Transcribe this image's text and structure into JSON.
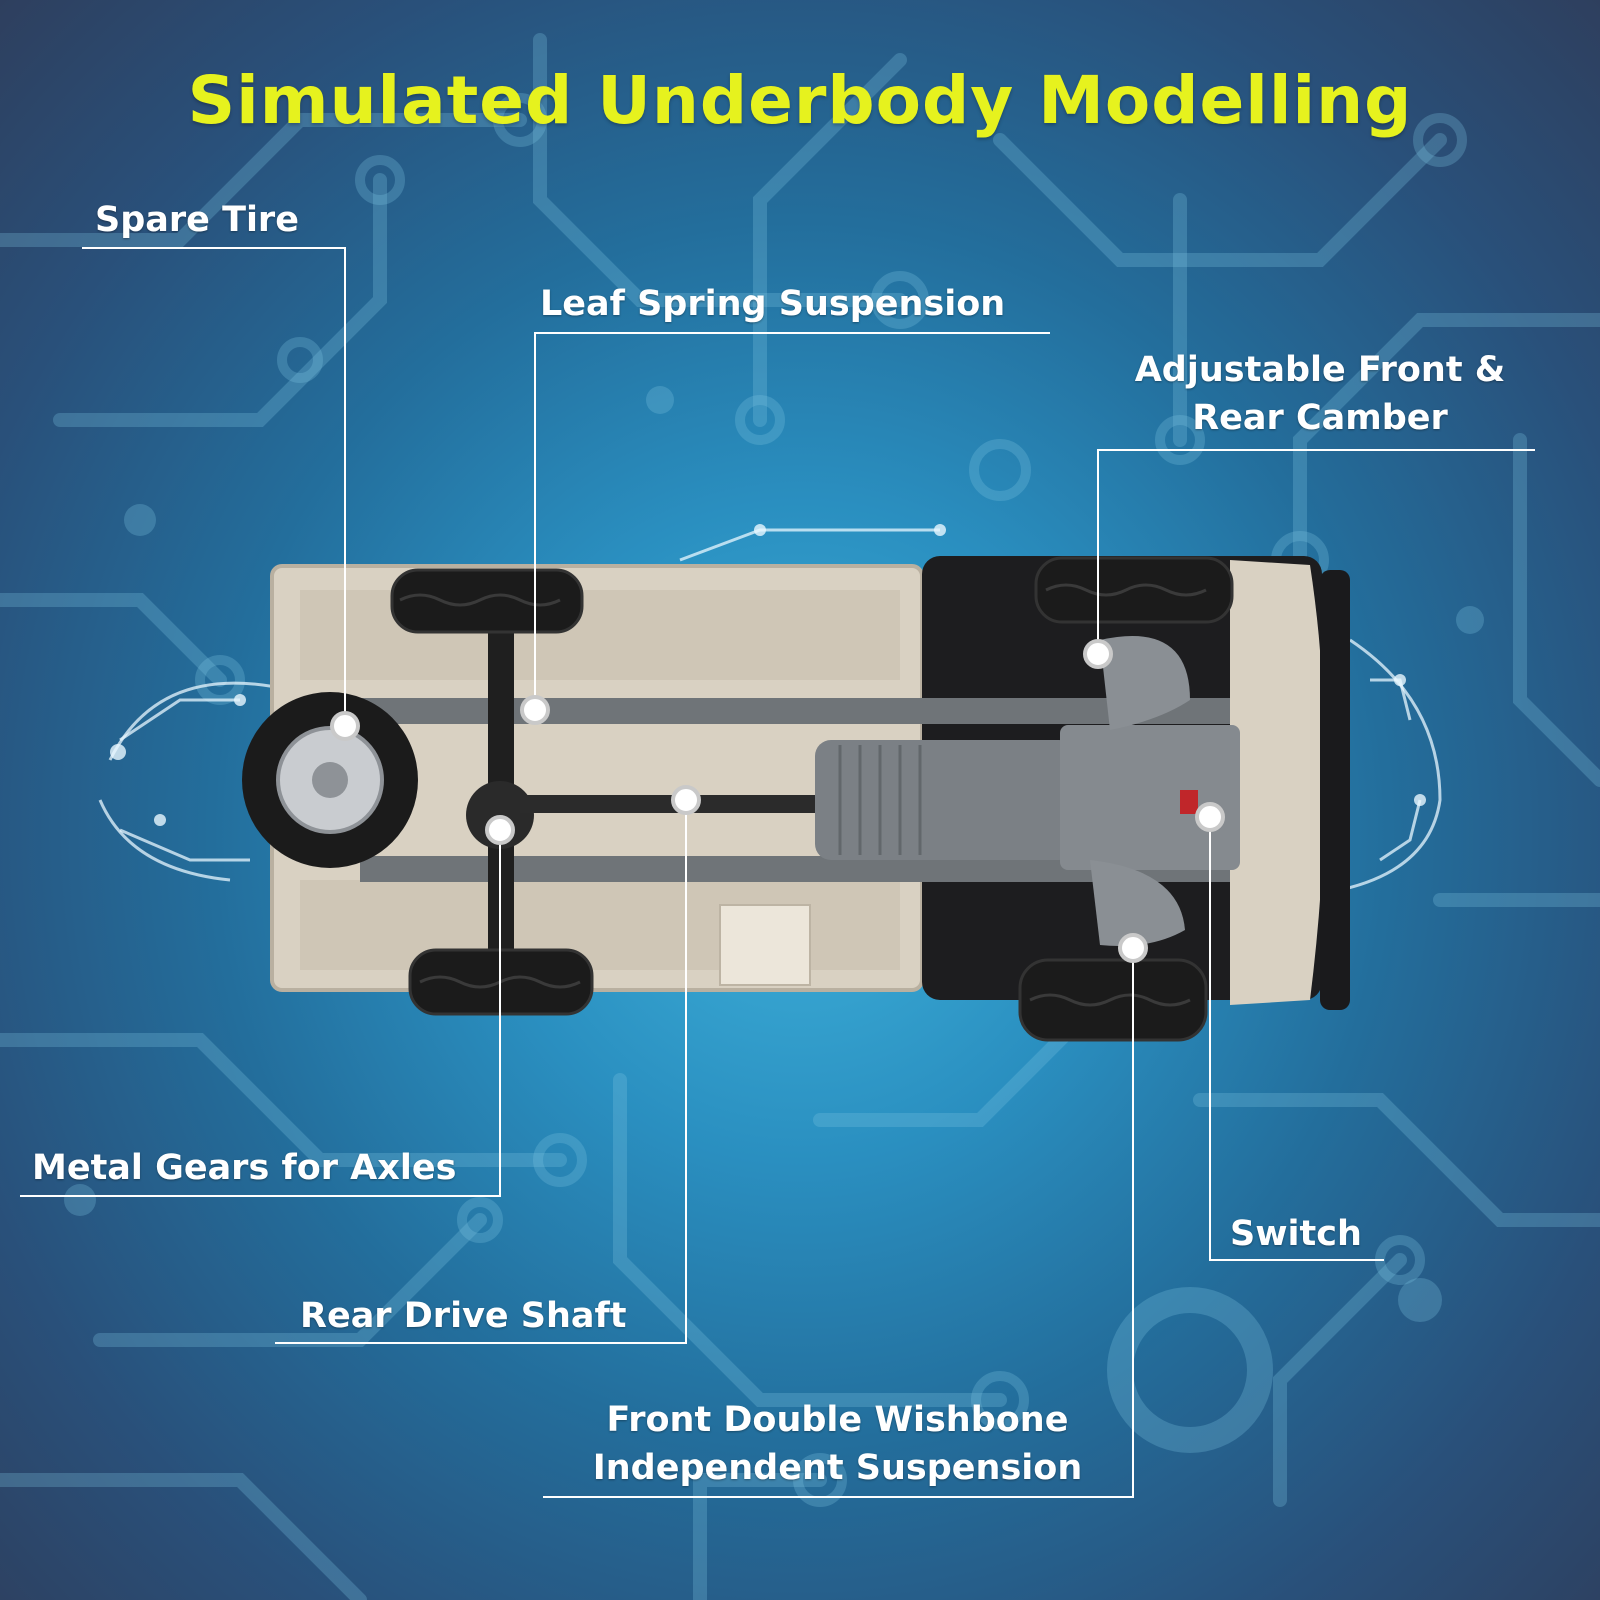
{
  "title": "Simulated Underbody Modelling",
  "labels": {
    "spare_tire": "Spare Tire",
    "leaf_spring": "Leaf Spring Suspension",
    "camber_line1": "Adjustable Front &",
    "camber_line2": "Rear Camber",
    "metal_gears": "Metal Gears for Axles",
    "rear_drive_shaft": "Rear Drive Shaft",
    "switch": "Switch",
    "wishbone_line1": "Front Double Wishbone",
    "wishbone_line2": "Independent Suspension"
  },
  "colors": {
    "title": "#e6f21e",
    "label": "#ffffff",
    "body_shell": "#d9d1c2",
    "frame": "#6f7478",
    "tire": "#1b1b1b"
  }
}
